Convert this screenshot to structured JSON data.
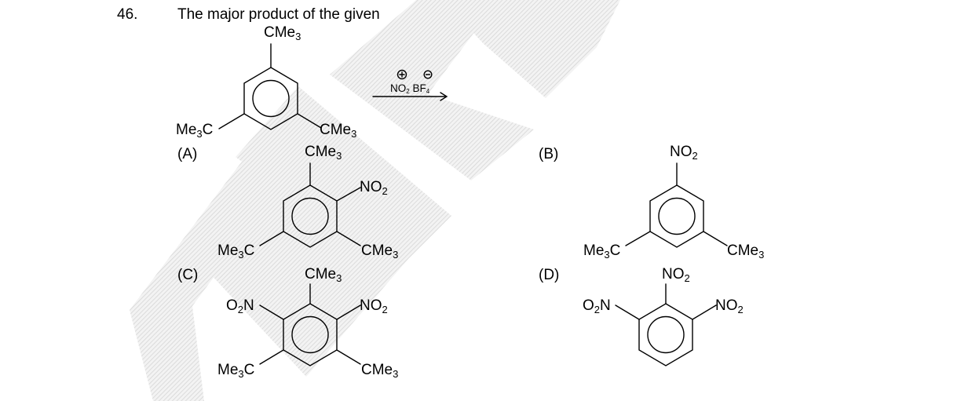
{
  "question": {
    "number": "46.",
    "text": "The major product of the given"
  },
  "reaction": {
    "reagent_nitronium": "NO",
    "reagent_nitronium_sub": "2",
    "reagent_borate": "BF",
    "reagent_borate_sub": "4",
    "cation_symbol": "+",
    "anion_symbol": "−"
  },
  "groups": {
    "cme3_main": "CMe",
    "cme3_sub": "3",
    "me3c_main": "Me",
    "me3c_sub": "3",
    "me3c_tail": "C",
    "no2_main": "NO",
    "no2_sub": "2",
    "o2n_o": "O",
    "o2n_sub": "2",
    "o2n_n": "N"
  },
  "options": {
    "a": "(A)",
    "b": "(B)",
    "c": "(C)",
    "d": "(D)"
  }
}
